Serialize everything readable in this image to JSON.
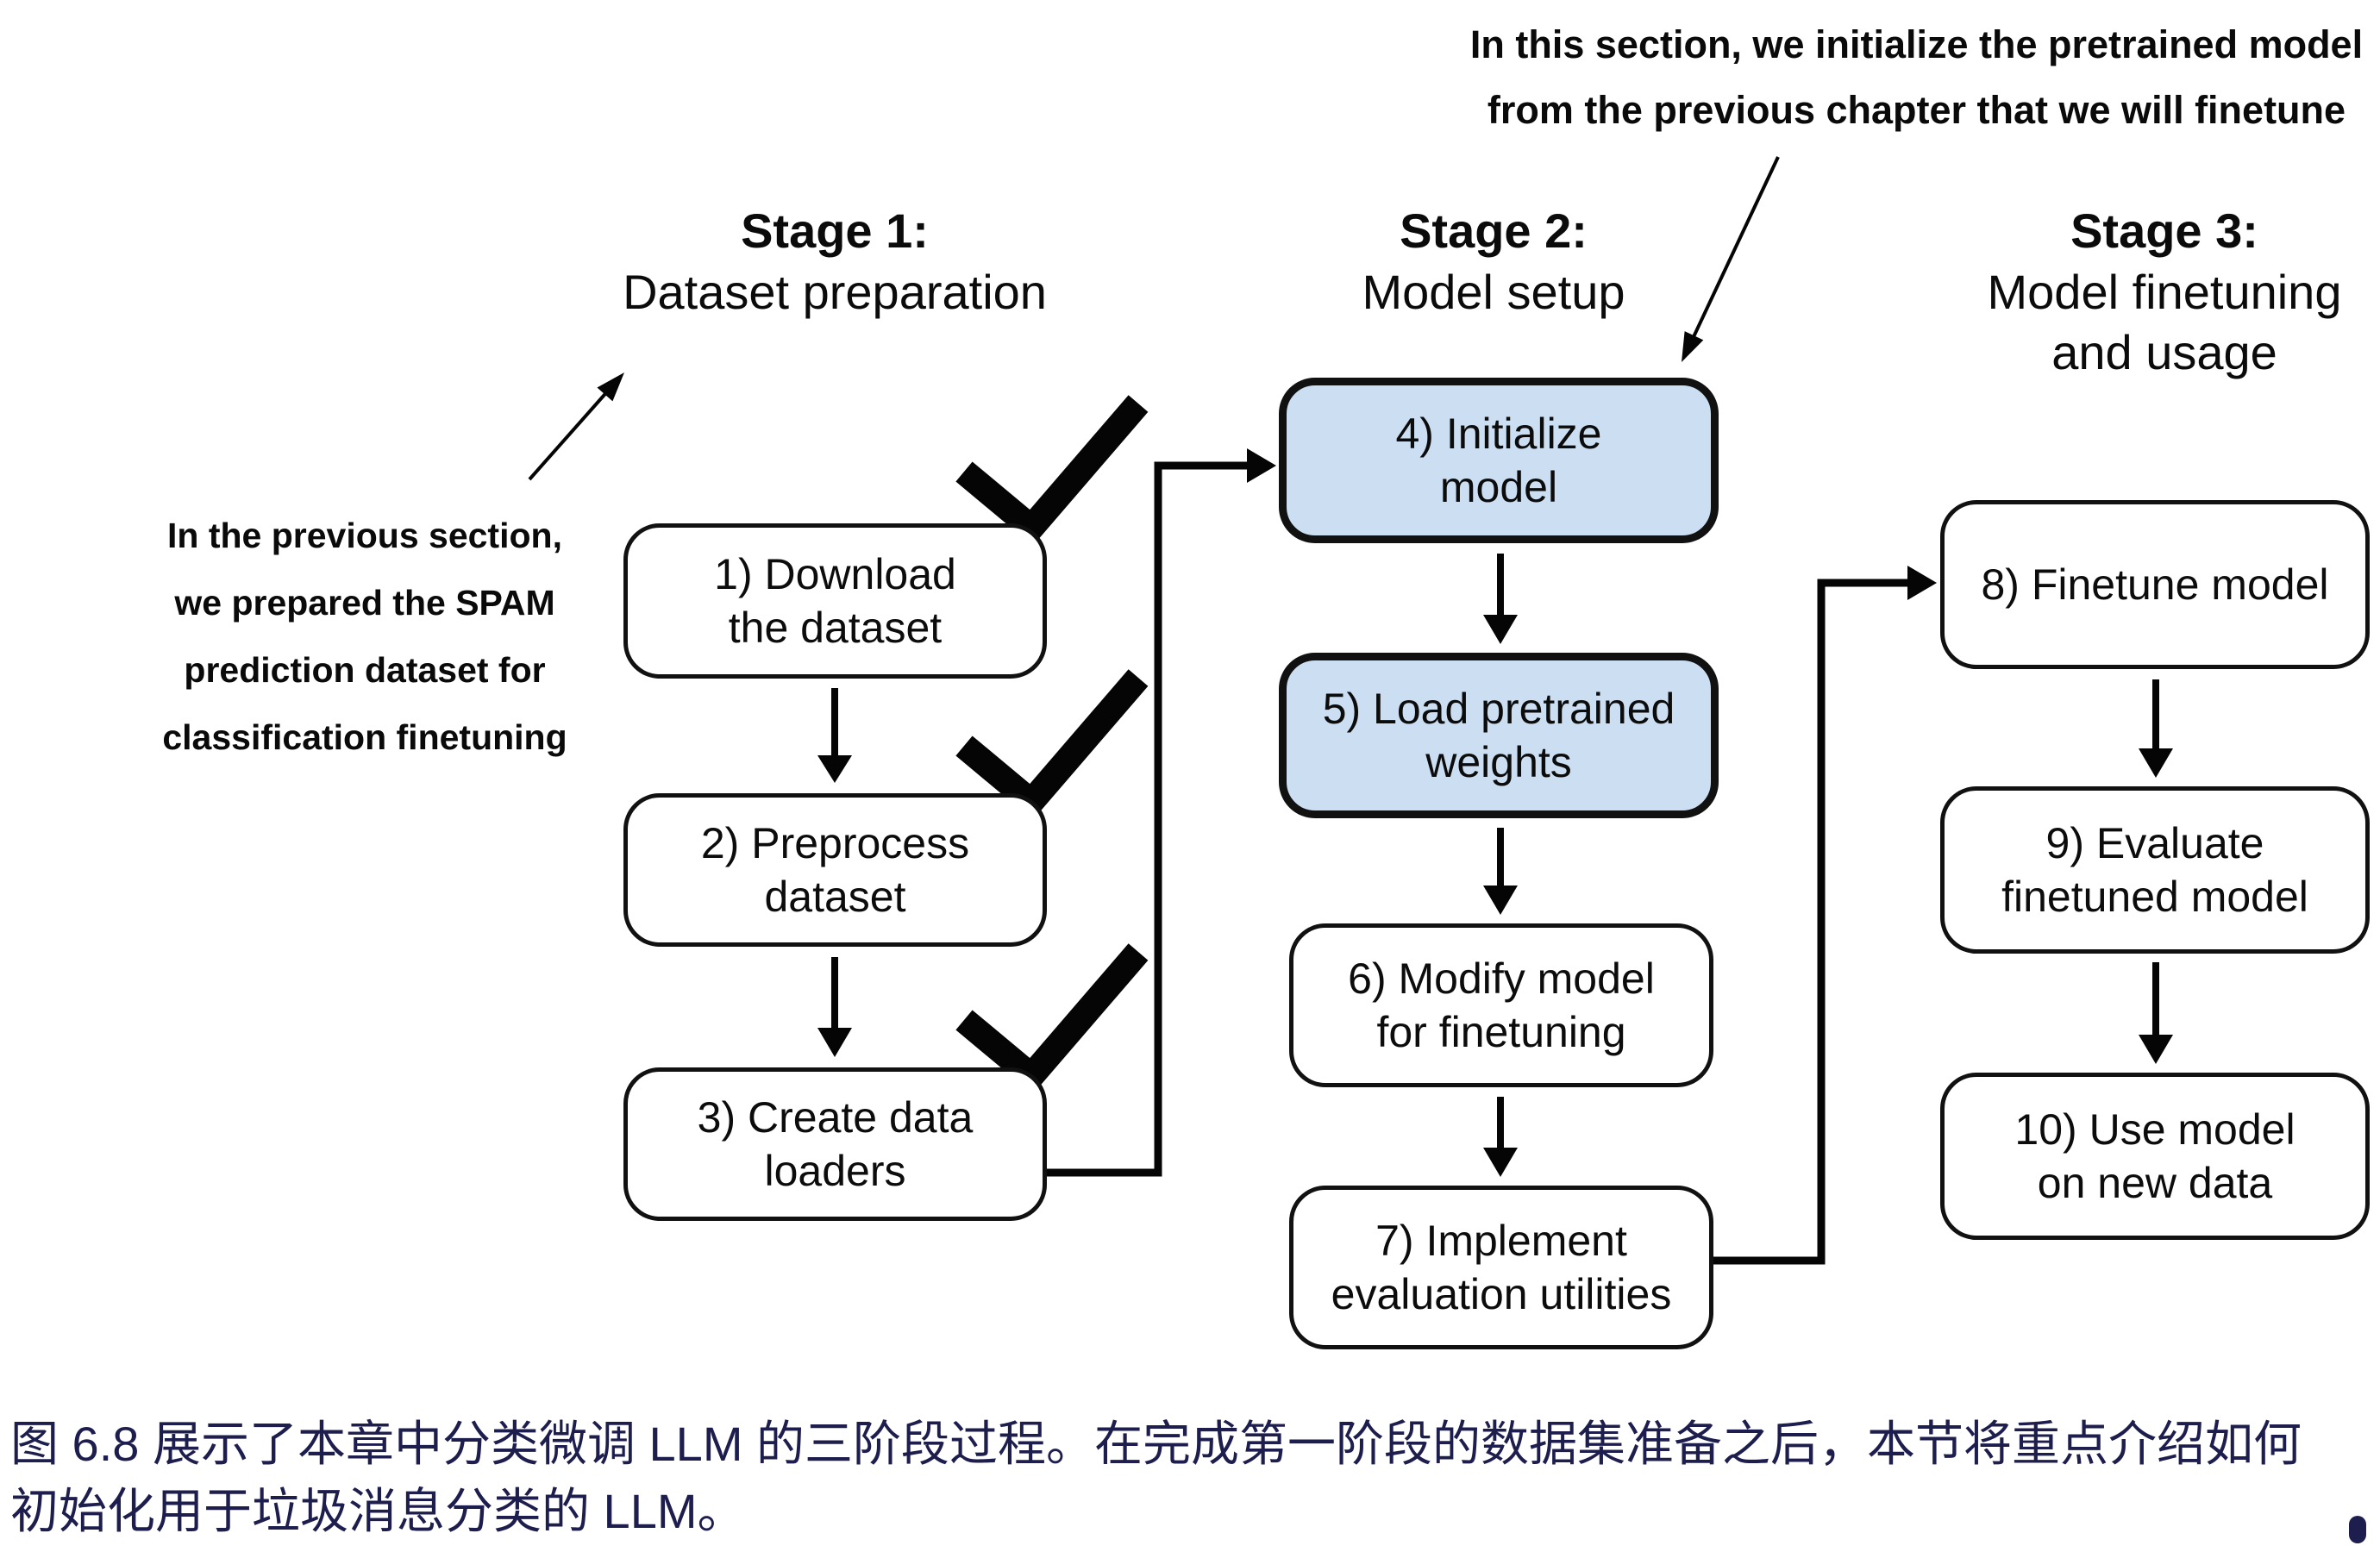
{
  "figure": {
    "top_annotation": {
      "line1": "In this section, we initialize the pretrained model",
      "line2": "from the previous chapter that we will finetune"
    },
    "left_annotation": {
      "line1": "In the previous section,",
      "line2": "we prepared the SPAM",
      "line3": "prediction dataset for",
      "line4": "classification finetuning"
    },
    "stages": [
      {
        "title": "Stage 1:",
        "subtitle": "Dataset preparation",
        "subtitle2": ""
      },
      {
        "title": "Stage 2:",
        "subtitle": "Model setup",
        "subtitle2": ""
      },
      {
        "title": "Stage 3:",
        "subtitle": "Model finetuning",
        "subtitle2": "and usage"
      }
    ],
    "boxes": [
      {
        "lines": [
          "1) Download",
          "the dataset"
        ],
        "completed": true,
        "highlighted": false
      },
      {
        "lines": [
          "2) Preprocess",
          "dataset"
        ],
        "completed": true,
        "highlighted": false
      },
      {
        "lines": [
          "3) Create data",
          "loaders"
        ],
        "completed": true,
        "highlighted": false
      },
      {
        "lines": [
          "4) Initialize",
          "model"
        ],
        "completed": false,
        "highlighted": true
      },
      {
        "lines": [
          "5) Load pretrained",
          "weights"
        ],
        "completed": false,
        "highlighted": true
      },
      {
        "lines": [
          "6) Modify model",
          "for finetuning"
        ],
        "completed": false,
        "highlighted": false
      },
      {
        "lines": [
          "7) Implement",
          "evaluation utilities"
        ],
        "completed": false,
        "highlighted": false
      },
      {
        "lines": [
          "8) Finetune model"
        ],
        "completed": false,
        "highlighted": false
      },
      {
        "lines": [
          "9) Evaluate",
          "finetuned model"
        ],
        "completed": false,
        "highlighted": false
      },
      {
        "lines": [
          "10) Use model",
          "on new data"
        ],
        "completed": false,
        "highlighted": false
      }
    ]
  },
  "caption": {
    "line1": "图 6.8 展示了本章中分类微调 LLM 的三阶段过程。在完成第一阶段的数据集准备之后，本节将重点介绍如何",
    "line2": "初始化用于垃圾消息分类的 LLM。"
  },
  "colors": {
    "highlight_fill": "#cbdef2",
    "box_border": "#111111",
    "arrow_color": "#050505",
    "caption_text": "#1d1d4e"
  }
}
